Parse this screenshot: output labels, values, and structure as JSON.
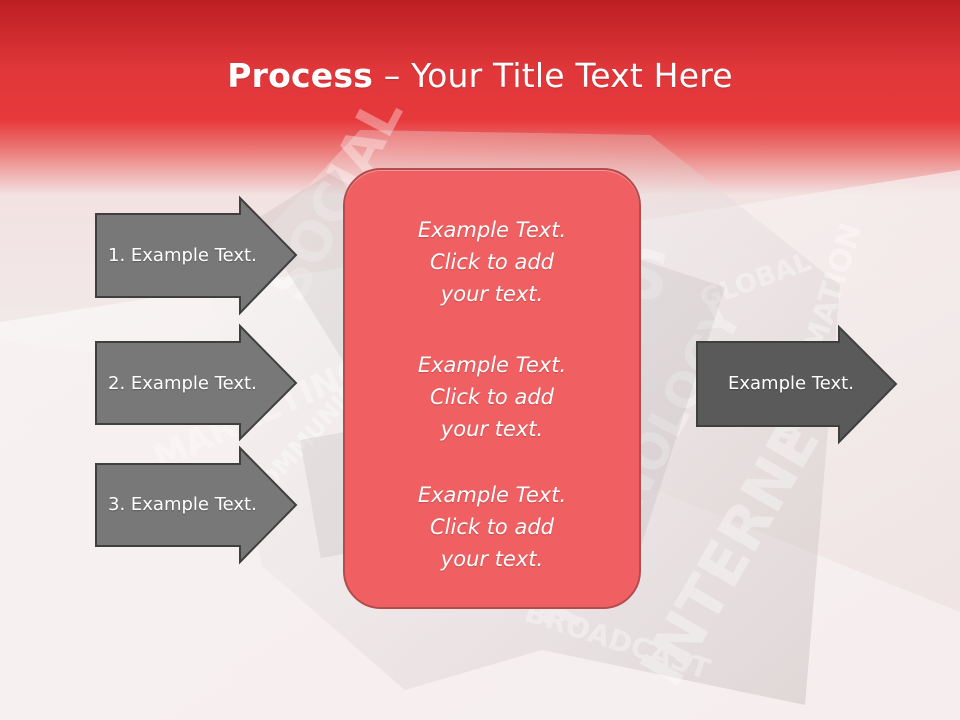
{
  "slide": {
    "title": {
      "strong": "Process",
      "rest": " – Your Title Text Here"
    },
    "left_steps": [
      {
        "label": "1. Example Text."
      },
      {
        "label": "2. Example Text."
      },
      {
        "label": "3. Example Text."
      }
    ],
    "center_blocks": [
      {
        "text": "Example Text.\nClick  to add\nyour text."
      },
      {
        "text": "Example Text.\nClick  to add\nyour text."
      },
      {
        "text": "Example Text.\nClick  to add\nyour text."
      }
    ],
    "output": {
      "label": "Example Text."
    },
    "colors": {
      "header_red": "#e0373a",
      "panel_red": "#f06062",
      "arrow_gray": "#777777",
      "arrow_dark_gray": "#595959"
    }
  }
}
